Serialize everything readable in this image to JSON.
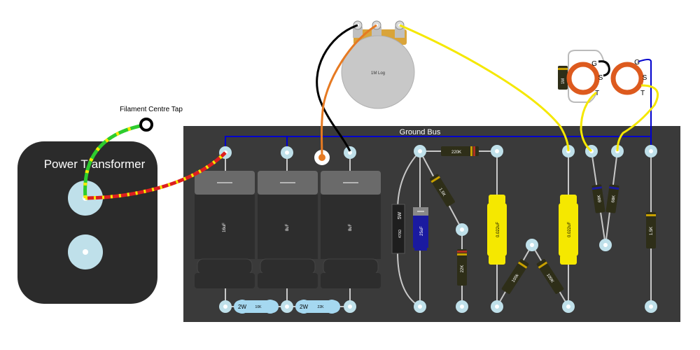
{
  "labels": {
    "filament_tap": "Filament Centre Tap",
    "power_transformer": "Power Transformer",
    "ground_bus": "Ground Bus",
    "pot_value": "1M Log"
  },
  "capacitors": {
    "filter_1": "16uF",
    "filter_2": "8uF",
    "filter_3": "8uF",
    "cathode_bypass": "25uF",
    "coupling_1": "0.022uF",
    "coupling_2": "0.022uF"
  },
  "resistors": {
    "supply_1_watt": "2W",
    "supply_1": "10K",
    "supply_2_watt": "2W",
    "supply_2": "22K",
    "cathode_watt": "5W",
    "cathode": "470Ω",
    "grid_stopper": "220K",
    "plate_a": "1.5K",
    "plate_b": "22K",
    "bias_a": "100k",
    "bias_b": "100K",
    "grid_a": "68K",
    "grid_b": "68K",
    "tube_grid": "1M",
    "output": "1.5K"
  },
  "jack_pins": {
    "ground_1": "G",
    "sleeve_1": "S",
    "tip_1": "T",
    "ground_2": "G",
    "sleeve_2": "S",
    "tip_2": "T"
  },
  "colors": {
    "board": "#3a3a3a",
    "eyelet": "#bfe0ea",
    "ground_wire": "#0000cc",
    "signal_wire": "#f5e800",
    "jack_ring": "#dd5a1e",
    "filter_cap": "#2d2d2d",
    "coupling_cap": "#f5e800",
    "bypass_cap": "#1a1aa0",
    "resistor_body": "#2e2e18"
  }
}
